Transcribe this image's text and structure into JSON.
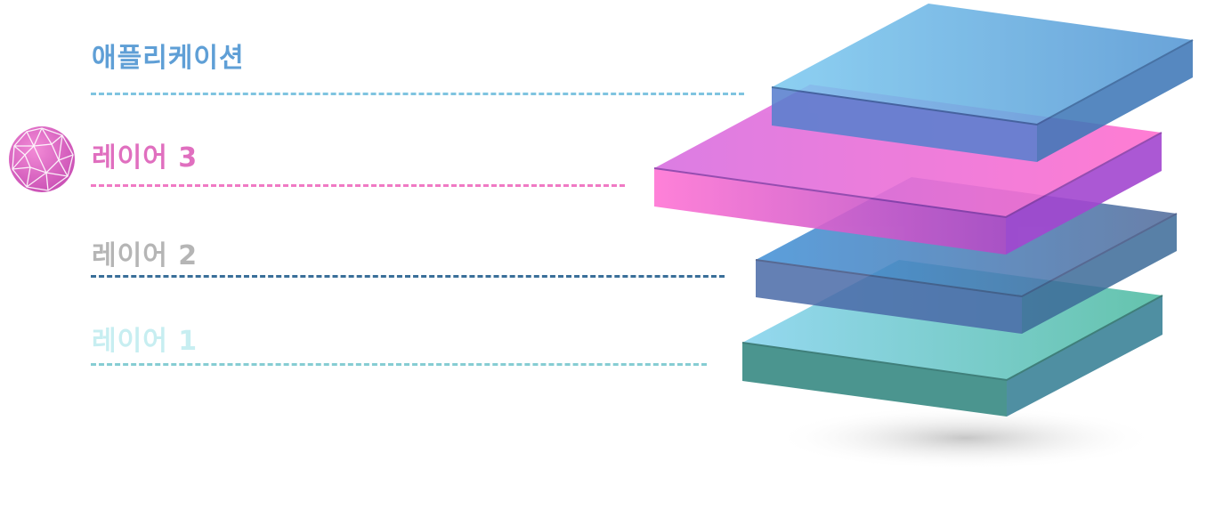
{
  "layers": [
    {
      "id": "application",
      "label": "애플리케이션",
      "text_color": "#5f9fd6",
      "line_color": "#7fc4e0"
    },
    {
      "id": "layer3",
      "label": "레이어 3",
      "text_color": "#e06fbf",
      "line_color": "#f07ac4"
    },
    {
      "id": "layer2",
      "label": "레이어 2",
      "text_color": "#b5b5b5",
      "line_color": "#3a6f99"
    },
    {
      "id": "layer1",
      "label": "레이어 1",
      "text_color": "#c7eef1",
      "line_color": "#86cdd3"
    }
  ],
  "active_icon": "geodesic-sphere-icon",
  "active_color": "#e070c8"
}
